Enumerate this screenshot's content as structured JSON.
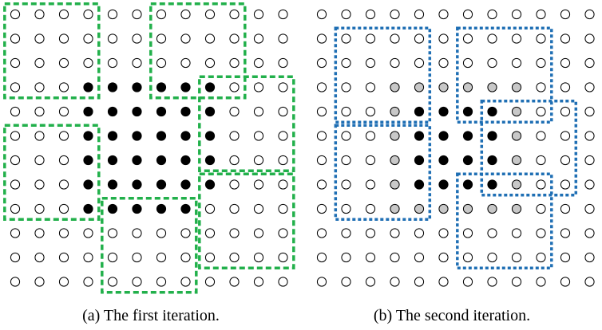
{
  "colors": {
    "empty_fill": "#ffffff",
    "black_fill": "#000000",
    "gray_fill": "#c8c8c8",
    "green_box": "#22b04b",
    "blue_box": "#1f6fb4",
    "dot_stroke": "#000000"
  },
  "panels": [
    {
      "caption": "(a) The first iteration.",
      "grid": {
        "rows": 12,
        "cols": 12
      },
      "black_cells": [
        [
          3,
          3
        ],
        [
          3,
          4
        ],
        [
          3,
          5
        ],
        [
          3,
          6
        ],
        [
          3,
          7
        ],
        [
          3,
          8
        ],
        [
          4,
          3
        ],
        [
          4,
          4
        ],
        [
          4,
          5
        ],
        [
          4,
          6
        ],
        [
          4,
          7
        ],
        [
          4,
          8
        ],
        [
          5,
          3
        ],
        [
          5,
          4
        ],
        [
          5,
          5
        ],
        [
          5,
          6
        ],
        [
          5,
          7
        ],
        [
          5,
          8
        ],
        [
          6,
          3
        ],
        [
          6,
          4
        ],
        [
          6,
          5
        ],
        [
          6,
          6
        ],
        [
          6,
          7
        ],
        [
          6,
          8
        ],
        [
          7,
          3
        ],
        [
          7,
          4
        ],
        [
          7,
          5
        ],
        [
          7,
          6
        ],
        [
          7,
          7
        ],
        [
          7,
          8
        ],
        [
          8,
          3
        ],
        [
          8,
          4
        ],
        [
          8,
          5
        ],
        [
          8,
          6
        ],
        [
          8,
          7
        ]
      ],
      "gray_cells": [],
      "box_color": "green",
      "boxes": [
        {
          "r0": 0,
          "c0": 0,
          "r1": 3,
          "c1": 3
        },
        {
          "r0": 0,
          "c0": 6,
          "r1": 3,
          "c1": 9
        },
        {
          "r0": 3,
          "c0": 8,
          "r1": 6,
          "c1": 11
        },
        {
          "r0": 5,
          "c0": 0,
          "r1": 8,
          "c1": 3
        },
        {
          "r0": 7,
          "c0": 8,
          "r1": 10,
          "c1": 11
        },
        {
          "r0": 8,
          "c0": 4,
          "r1": 11,
          "c1": 7
        }
      ]
    },
    {
      "caption": "(b) The second iteration.",
      "grid": {
        "rows": 12,
        "cols": 12
      },
      "black_cells": [
        [
          4,
          4
        ],
        [
          4,
          5
        ],
        [
          4,
          6
        ],
        [
          4,
          7
        ],
        [
          5,
          4
        ],
        [
          5,
          5
        ],
        [
          5,
          6
        ],
        [
          5,
          7
        ],
        [
          6,
          4
        ],
        [
          6,
          5
        ],
        [
          6,
          6
        ],
        [
          6,
          7
        ],
        [
          7,
          4
        ],
        [
          7,
          5
        ],
        [
          7,
          6
        ],
        [
          7,
          7
        ]
      ],
      "gray_cells": [
        [
          3,
          3
        ],
        [
          3,
          4
        ],
        [
          3,
          5
        ],
        [
          3,
          6
        ],
        [
          3,
          7
        ],
        [
          3,
          8
        ],
        [
          4,
          3
        ],
        [
          4,
          8
        ],
        [
          5,
          3
        ],
        [
          5,
          8
        ],
        [
          6,
          3
        ],
        [
          6,
          8
        ],
        [
          7,
          3
        ],
        [
          7,
          8
        ],
        [
          8,
          3
        ],
        [
          8,
          4
        ],
        [
          8,
          5
        ],
        [
          8,
          6
        ],
        [
          8,
          7
        ],
        [
          8,
          8
        ]
      ],
      "box_color": "blue",
      "boxes": [
        {
          "r0": 1,
          "c0": 1,
          "r1": 4,
          "c1": 4
        },
        {
          "r0": 1,
          "c0": 6,
          "r1": 4,
          "c1": 9
        },
        {
          "r0": 4,
          "c0": 7,
          "r1": 7,
          "c1": 10
        },
        {
          "r0": 5,
          "c0": 1,
          "r1": 8,
          "c1": 4
        },
        {
          "r0": 7,
          "c0": 6,
          "r1": 10,
          "c1": 9
        }
      ]
    }
  ]
}
